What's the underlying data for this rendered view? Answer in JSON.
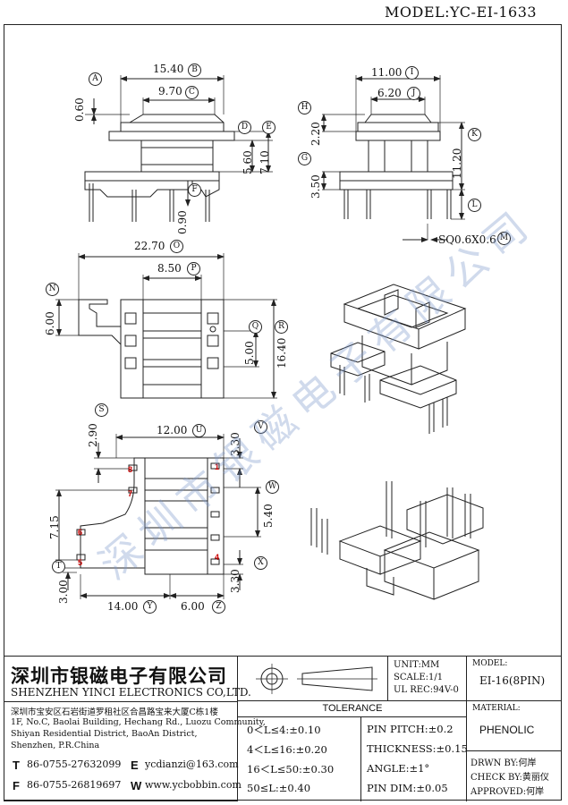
{
  "header": {
    "model_title": "MODEL:YC-EI-1633"
  },
  "dims": {
    "d1540": "15.40",
    "d970": "9.70",
    "d060": "0.60",
    "d560": "5.60",
    "d710": "7.10",
    "d090": "0.90",
    "d1100": "11.00",
    "d620": "6.20",
    "d220": "2.20",
    "d1120": "11.20",
    "d350": "3.50",
    "dsq": "SQ0.6X0.6",
    "d2270": "22.70",
    "d850": "8.50",
    "d600a": "6.00",
    "d500": "5.00",
    "d1640": "16.40",
    "d1200": "12.00",
    "d290": "2.90",
    "d330a": "3.30",
    "d540": "5.40",
    "d715": "7.15",
    "d300": "3.00",
    "d330b": "3.30",
    "d1400": "14.00",
    "d600b": "6.00"
  },
  "markers": {
    "A": "A",
    "B": "B",
    "C": "C",
    "D": "D",
    "E": "E",
    "F": "F",
    "G": "G",
    "H": "H",
    "I": "I",
    "J": "J",
    "K": "K",
    "L": "L",
    "M": "M",
    "N": "N",
    "O": "O",
    "P": "P",
    "Q": "Q",
    "R": "R",
    "S": "S",
    "T": "T",
    "U": "U",
    "V": "V",
    "W": "W",
    "X": "X",
    "Y": "Y",
    "Z": "Z"
  },
  "pins": {
    "p1": "1",
    "p4": "4",
    "p5": "5",
    "p6": "6",
    "p7": "7",
    "p8": "8"
  },
  "watermark": "深圳市银磁电子有限公司",
  "company": {
    "name_cn": "深圳市银磁电子有限公司",
    "name_en": "SHENZHEN YINCI ELECTRONICS CO,LTD.",
    "addr_cn": "深圳市宝安区石岩街道罗租社区合昌路宝来大厦C栋1楼",
    "addr_en1": "1F, No.C, Baolai Building, Hechang Rd., Luozu Community,",
    "addr_en2": "Shiyan Residential District, BaoAn District,",
    "addr_en3": "Shenzhen, P.R.China",
    "t_label": "T",
    "t_value": "86-0755-27632099",
    "f_label": "F",
    "f_value": "86-0755-26819697",
    "e_label": "E",
    "e_value": "ycdianzi@163.com",
    "w_label": "W",
    "w_value": "www.ycbobbin.com"
  },
  "spec": {
    "unit": "UNIT:MM",
    "scale": "SCALE:1/1",
    "ul": "UL REC:94V-0"
  },
  "model": {
    "label": "MODEL:",
    "value": "EI-16(8PIN)"
  },
  "material": {
    "label": "MATERIAL:",
    "value": "PHENOLIC"
  },
  "tolerance": {
    "title": "TOLERANCE",
    "left": [
      "0＜L≤4:±0.10",
      "4＜L≤16:±0.20",
      "16＜L≤50:±0.30",
      "50≤L:±0.40"
    ],
    "right": [
      "PIN PITCH:±0.2",
      "THICKNESS:±0.15",
      "ANGLE:±1°",
      "PIN DIM:±0.05"
    ]
  },
  "approval": {
    "drawn": "DRWN BY:何岸",
    "check": "CHECK BY:黄丽仪",
    "approved": "APPROVED:何岸"
  }
}
